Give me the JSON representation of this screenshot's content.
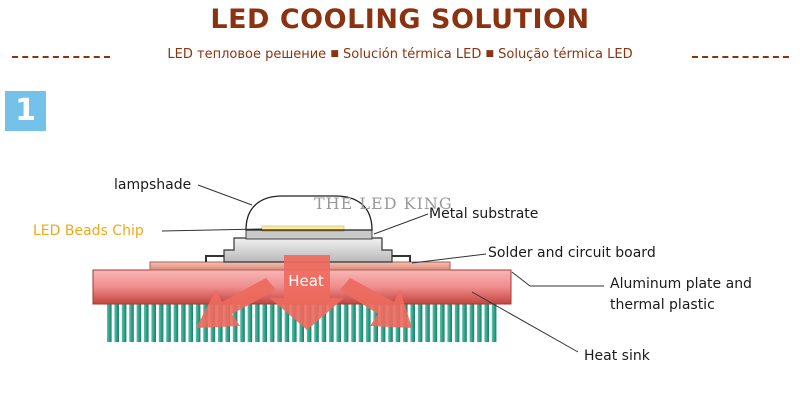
{
  "header": {
    "title": "LED COOLING SOLUTION",
    "subtitle_parts": [
      "LED тепловое решение",
      "Solución térmica LED",
      "Solução térmica LED"
    ],
    "separator": "■",
    "badge": "1",
    "title_color": "#8b3310",
    "badge_color": "#74c2ea"
  },
  "diagram": {
    "labels": {
      "lampshade": "lampshade",
      "led_beads_chip": "LED Beads Chip",
      "metal_substrate": "Metal substrate",
      "solder_board": "Solder and circuit board",
      "aluminum_line1": "Aluminum plate and",
      "aluminum_line2": "thermal plastic",
      "heat_sink": "Heat sink",
      "heat": "Heat"
    },
    "watermark": "THE LED KING",
    "colors": {
      "heat_sink_fins": "#1f9a82",
      "aluminum_plate": "#f08c8c",
      "heat_arrow": "#ee6a5e",
      "chip": "#f2d64b",
      "led_chip_label": "#f2a917"
    }
  }
}
